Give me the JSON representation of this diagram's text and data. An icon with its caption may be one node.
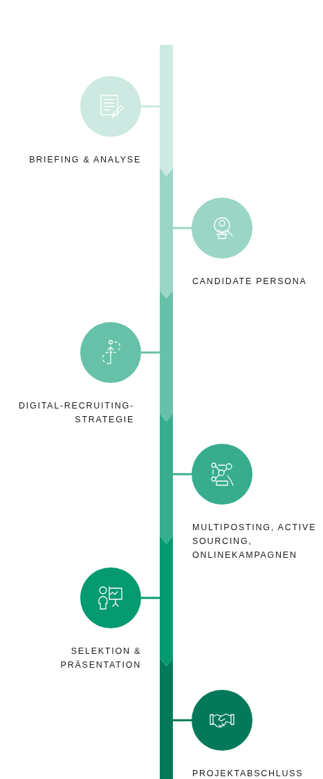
{
  "diagram": {
    "nodes": [
      {
        "text": [],
        "shape": "bar"
      },
      {
        "text": [
          "BRIEFING & ANALYSE"
        ]
      },
      {
        "text": [],
        "shape": "bar"
      },
      {
        "text": [
          "CANDIDATE PERSONA"
        ]
      },
      {
        "text": [],
        "shape": "bar"
      },
      {
        "text": [
          "DIGITAL-RECRUITING-STRATEGIE"
        ]
      },
      {
        "text": [],
        "shape": "bar"
      },
      {
        "text": [
          "MULTIPOSTING, ACTIVE SOURCING, ONLINEKAMPAGNEN"
        ]
      },
      {
        "text": [],
        "shape": "bar"
      },
      {
        "text": [
          "SELEKTION & PRÄSENTATION"
        ]
      },
      {
        "text": [],
        "shape": "bar"
      },
      {
        "text": [
          "PROJEKTABSCHLUSS"
        ]
      }
    ],
    "edges": [
      {
        "from": 1,
        "to": 0,
        "arrow": "none",
        "color": "#cde9e2"
      },
      {
        "from": 3,
        "to": 2,
        "arrow": "none",
        "color": "#9bd5c5"
      },
      {
        "from": 5,
        "to": 4,
        "arrow": "none",
        "color": "#66c1a8"
      },
      {
        "from": 7,
        "to": 6,
        "arrow": "none",
        "color": "#37ad8e"
      },
      {
        "from": 9,
        "to": 8,
        "arrow": "none",
        "color": "#069a70"
      },
      {
        "from": 11,
        "to": 10,
        "arrow": "none",
        "color": "#04795a"
      }
    ]
  }
}
